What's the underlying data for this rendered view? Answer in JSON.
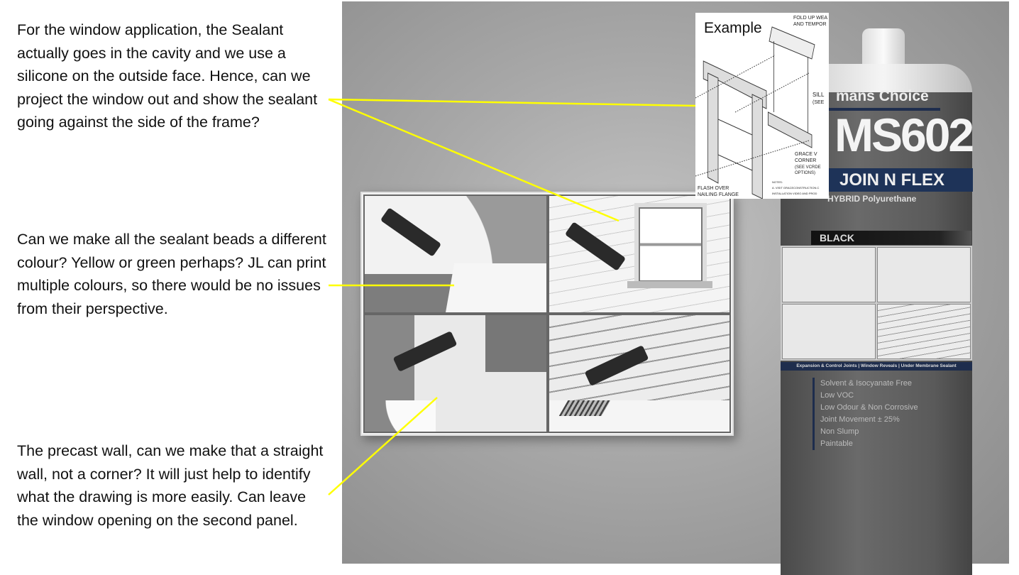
{
  "notes": [
    "For the window application, the Sealant actually goes in the cavity and we use a silicone on the outside face. Hence, can we project the window out and show the sealant going against the side of the frame?",
    "Can we make all the sealant beads a different colour? Yellow or green perhaps? JL can print multiple colours, so there would be no issues from their perspective.",
    "The precast wall, can we make that a straight wall, not a corner? It will just help to identify what the drawing is more easily. Can leave the window opening on the second panel."
  ],
  "example": {
    "title": "Example",
    "labels": [
      "FOLD UP WEA",
      "AND TEMPOR",
      "SILL",
      "(SEE",
      "GRACE V",
      "CORNER",
      "(SEE VCRDE",
      "OPTIONS)",
      "NOTES:",
      "A.  VISIT GRACECONSTRUCTION.C",
      "INSTALLATION VIDEO AND PROD",
      "FLASH OVER",
      "NAILING FLANGE"
    ]
  },
  "product": {
    "brand": "mans Choice",
    "model": "MS602",
    "name": "JOIN N FLEX",
    "subtitle": "HYBRID Polyurethane",
    "colour": "BLACK",
    "uses": "Expansion & Control Joints  |  Window Reveals  |  Under Membrane Sealant",
    "features": [
      "Solvent & Isocyanate Free",
      "Low VOC",
      "Low Odour & Non Corrosive",
      "Joint Movement ± 25%",
      "Non Slump",
      "Paintable"
    ]
  },
  "colors": {
    "annotation_line": "#ffff00",
    "label_navy": "#1e2d4d"
  }
}
